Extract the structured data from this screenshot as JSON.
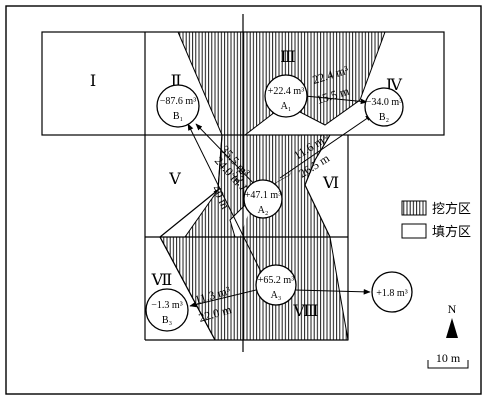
{
  "zones": {
    "I": "Ⅰ",
    "II": "Ⅱ",
    "III": "Ⅲ",
    "IV": "Ⅳ",
    "V": "Ⅴ",
    "VI": "Ⅵ",
    "VII": "Ⅶ",
    "VIII": "Ⅷ"
  },
  "centroids": {
    "B1": {
      "value": "−87.6 m³",
      "label": "B₁"
    },
    "A1": {
      "value": "+22.4 m³",
      "label": "A₁"
    },
    "B2": {
      "value": "−34.0 m³",
      "label": "B₂"
    },
    "A2": {
      "value": "+47.1 m³",
      "label": "A₂"
    },
    "A3": {
      "value": "+65.2 m³",
      "label": "A₃"
    },
    "B3": {
      "value": "−1.3 m³",
      "label": "B₃"
    },
    "export": {
      "value": "+1.8 m³"
    }
  },
  "transfers": {
    "A1_B2_volume": "22.4 m³",
    "A1_B2_distance": "15.5 m",
    "A2_B2_volume": "11.6 m³",
    "A2_B2_distance": "26.5 m",
    "A2_B1_volume": "35.5 m³",
    "A2_B1_distance": "24.0 m",
    "A3_B1_volume": "52.1 m³",
    "A3_B1_distance": "40 m",
    "A3_B3_volume": "11.3 m³",
    "A3_B3_distance": "22.0 m"
  },
  "legend": {
    "cut": "挖方区",
    "fill": "填方区"
  },
  "north": "N",
  "scale": "10 m",
  "colors": {
    "line": "#000000",
    "background": "#ffffff"
  }
}
